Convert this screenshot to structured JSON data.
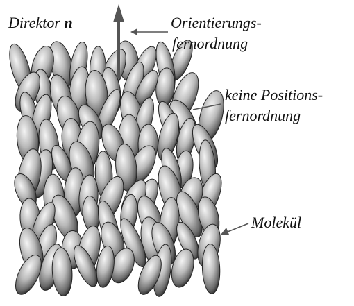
{
  "labels": {
    "director_text": "Direktor ",
    "director_symbol": "n",
    "orientation_line1": "Orientierungs-",
    "orientation_line2": "fernordnung",
    "position_line1": "keine Positions-",
    "position_line2": "fernordnung",
    "molecule": "Molekül"
  },
  "colors": {
    "text": "#111111",
    "arrow": "#555555",
    "molecule_light": "#f4f4f4",
    "molecule_mid": "#9a9a9a",
    "molecule_dark": "#1e1e1e"
  }
}
